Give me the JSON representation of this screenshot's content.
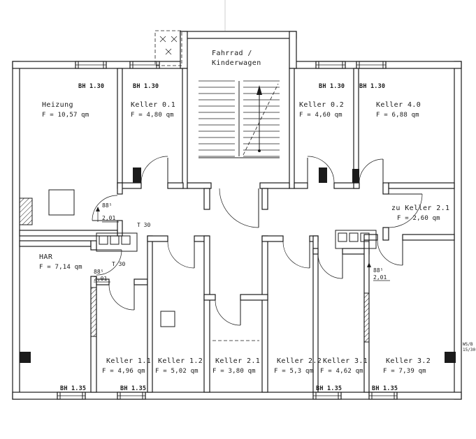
{
  "rooms": {
    "fahrrad": {
      "line1": "Fahrrad /",
      "line2": "Kinderwagen"
    },
    "heizung": {
      "name": "Heizung",
      "area": "F = 10,57 qm"
    },
    "keller01": {
      "name": "Keller 0.1",
      "area": "F = 4,80 qm"
    },
    "keller02": {
      "name": "Keller 0.2",
      "area": "F = 4,60 qm"
    },
    "keller40": {
      "name": "Keller 4.0",
      "area": "F = 6,88 qm"
    },
    "zukeller21": {
      "name": "zu Keller 2.1",
      "area": "F = 2,60 qm"
    },
    "har": {
      "name": "HAR",
      "area": "F = 7,14 qm"
    },
    "keller11": {
      "name": "Keller 1.1",
      "area": "F = 4,96 qm"
    },
    "keller12": {
      "name": "Keller 1.2",
      "area": "F = 5,02 qm"
    },
    "keller21": {
      "name": "Keller 2.1",
      "area": "F = 3,80 qm"
    },
    "keller22": {
      "name": "Keller 2.2",
      "area": "F = 5,3 qm"
    },
    "keller31": {
      "name": "Keller 3.1",
      "area": "F = 4,62 qm"
    },
    "keller32": {
      "name": "Keller 3.2",
      "area": "F = 7,39 qm"
    }
  },
  "annotations": {
    "bh_top": "BH 1.30",
    "bh_bottom": "BH 1.35",
    "fire_door": "T 30",
    "door_width": "88⁵",
    "door_height": "2,01",
    "ws_label_1": "WS/B",
    "ws_label_2": "15/30"
  },
  "colors": {
    "line": "#1b1b1b",
    "paper": "#ffffff"
  }
}
